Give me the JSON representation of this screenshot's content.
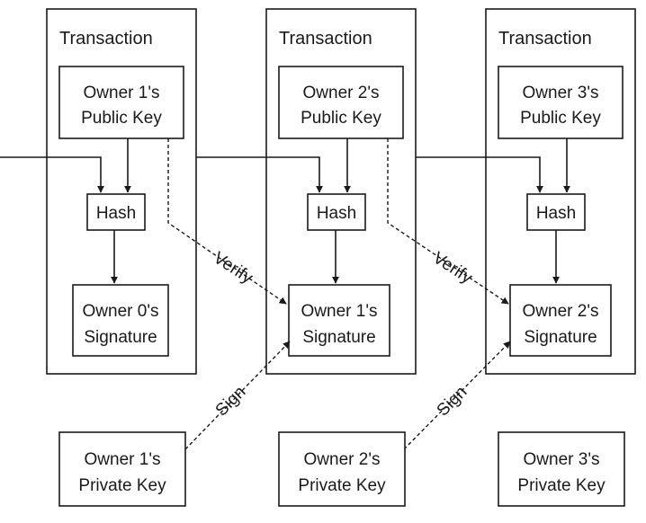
{
  "transactions": [
    {
      "title": "Transaction",
      "public_key": [
        "Owner 1's",
        "Public Key"
      ],
      "hash": "Hash",
      "signature": [
        "Owner 0's",
        "Signature"
      ]
    },
    {
      "title": "Transaction",
      "public_key": [
        "Owner 2's",
        "Public Key"
      ],
      "hash": "Hash",
      "signature": [
        "Owner 1's",
        "Signature"
      ]
    },
    {
      "title": "Transaction",
      "public_key": [
        "Owner 3's",
        "Public Key"
      ],
      "hash": "Hash",
      "signature": [
        "Owner 2's",
        "Signature"
      ]
    }
  ],
  "private_keys": [
    [
      "Owner 1's",
      "Private Key"
    ],
    [
      "Owner 2's",
      "Private Key"
    ],
    [
      "Owner 3's",
      "Private Key"
    ]
  ],
  "labels": {
    "verify": "Verify",
    "sign": "Sign"
  }
}
